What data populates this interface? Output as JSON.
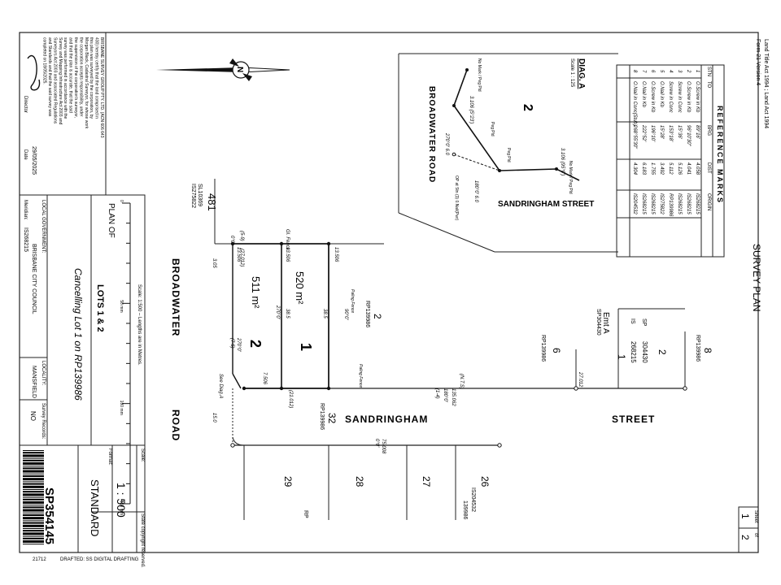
{
  "header": {
    "act": "Land Title Act 1994 ; Land Act 1994",
    "form": "Form 21 Version 4",
    "plan_type": "SURVEY PLAN",
    "sheet_label": "Sheet",
    "sheet_of": "of",
    "sheet_no": "1",
    "sheet_total": "2"
  },
  "reference_marks": {
    "title": "REFERENCE MARKS",
    "columns": [
      "STN",
      "TO",
      "BRG",
      "DIST",
      "ORIGIN"
    ],
    "rows": [
      [
        "1",
        "O.Screw in Kb",
        "89°16'",
        "4.058",
        "IS268215"
      ],
      [
        "2",
        "O.Screw in Kb",
        "96°10'30\"",
        "4.041",
        "IS268215"
      ],
      [
        "3",
        "Screw in Conc",
        "15°36'",
        "5.126",
        "IS268215"
      ],
      [
        "4",
        "Screw in Conc",
        "153°18'",
        "5.112",
        "RP139986"
      ],
      [
        "5",
        "O.Nail in Kb",
        "15°28'",
        "3.492",
        "IS275822"
      ],
      [
        "6",
        "O.Screw in Kb",
        "196°10'",
        "1.755",
        "IS268215"
      ],
      [
        "7",
        "O.Nail in Kb",
        "222°52'",
        "6.183",
        "IS268215"
      ],
      [
        "8",
        "O.Nail in Conc(Stub)",
        "268°55'30\"",
        "4.304",
        "IS204532"
      ]
    ]
  },
  "diagram_a": {
    "title": "DIAG. A",
    "scale": "Scale 1 : 125",
    "lot": "2",
    "road": "BROADWATER  ROAD",
    "street": "SANDRINGHAM  STREET",
    "lines": [
      "3.106 (5°23')",
      "3.106 (95°0')",
      "180°0'  6.0",
      "270°0'  6.0"
    ],
    "stations": [
      "No Mark / Peg Pld",
      "Peg Pld",
      "Peg Pld",
      "No Mark / Peg Pld",
      "OP at Stn (3) 0.Nail(Pwr)"
    ]
  },
  "plan": {
    "lot1": "1",
    "lot1_area": "520 m²",
    "lot2": "2",
    "lot2_area": "511 m²",
    "lot481": "481",
    "lot481_plan": "SL10369",
    "lot481_is": "IS275822",
    "lot2_rp": "2",
    "lot2_rp_plan": "RP139986",
    "lot6": "6",
    "lot6_plan": "RP139986",
    "lot32": "32",
    "lot32_plan": "RP139986",
    "lot29": "29",
    "lot28": "28",
    "lot27": "27",
    "lot26": "26",
    "lot26_is": "IS204532",
    "lot26_plan": "139986",
    "rp_label": "RP",
    "lot1_right": "1",
    "lot2_right": "2",
    "lot8": "8",
    "lot8_plan": "RP139986",
    "sp_label": "SP",
    "sp_no": "304430",
    "is_label": "IS",
    "is_no": "268215",
    "emt_label": "Emt A",
    "emt_plan": "SP304430",
    "road_broadwater": "BROADWATER",
    "road_word": "ROAD",
    "street_sandringham": "SANDRINGHAM",
    "street_word": "STREET",
    "dims": {
      "front_top": "13.506",
      "top_left": "13.506",
      "rear": "13.506",
      "rear2": "7.506",
      "depth": "38.5",
      "depth2": "38.5",
      "middle": "270°0'",
      "boundary_bearing": "90°0'",
      "gl_fence": "Gl. Fence",
      "fence_069": "(5-9)",
      "fence_069b": "(27.012)",
      "fence_0": "0°0'",
      "street_bearing": "180°0'",
      "street_dist": "135.062",
      "street_nts": "(N.T.S)",
      "street_14": "(1-4)",
      "d_21012": "(21.012)",
      "d_27012": "27.012",
      "d_75008": "75.008",
      "d_0": "0°0'",
      "d_305": "3.05",
      "d_150": "15.0",
      "d_270a": "270°0'",
      "d_7_5": "(7-5)",
      "see_diag": "See Diag.A",
      "paling_fence": "Paling Fence",
      "paling_fence2": "Paling Fence"
    }
  },
  "certificate": {
    "text": "BRISBANE SURVEY GROUP PTY. LTD. (ACN 606 643 430) hereby certify that the land comprised in this plan was surveyed by the corporation, by Morgan Black, Cadastral Surveyor, for whose work the corporation accepts responsibility, under the supervision of the corporation's surveyor, and that the plan is accurate, that the said survey was performed in accordance with the Survey and Mapping Infrastructure Act 2003 and Surveyors Act 2003 and associated Regulations and Standards and that the said survey was completed on 18/05/2025.",
    "signature_label": "Director",
    "date": "29/05/2025",
    "date_label": "Date"
  },
  "title_block": {
    "plan_of": "PLAN OF",
    "lots": "LOTS 1 & 2",
    "cancelling": "Cancelling Lot 1 on RP139986",
    "scale_note": "Scale: 1:500 – Lengths are in Metres.",
    "local_gov_label": "LOCAL GOVERNMENT:",
    "local_gov": "BRISBANE CITY COUNCIL",
    "locality_label": "LOCALITY:",
    "locality": "MANSFIELD",
    "meridian_label": "Meridian:",
    "meridian": "IS268215",
    "survey_records_label": "Survey Records:",
    "survey_records": "NO",
    "scale_label": "Scale:",
    "scale": "1 : 500",
    "format_label": "Format:",
    "format": "STANDARD",
    "plan_no": "SP354145",
    "copyright": "State copyright reserved.",
    "bar_labels": [
      "0",
      "50 mm",
      "100 mm",
      "150 mm"
    ]
  },
  "footer": {
    "job": "21712",
    "drafted": "DRAFTED: SS DIGITAL DRAFTING"
  }
}
